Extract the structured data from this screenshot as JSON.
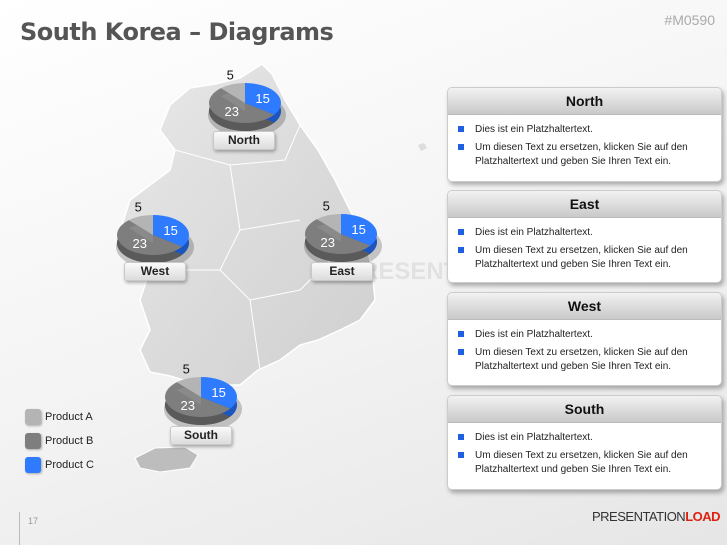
{
  "header": {
    "title": "South Korea – Diagrams",
    "code": "#M0590"
  },
  "colors": {
    "product_a": "#b4b4b4",
    "product_b": "#7e7e7e",
    "product_c": "#2e7bff",
    "bullet": "#1f5fe0"
  },
  "chart_data": {
    "type": "pie",
    "series_names": [
      "Product A",
      "Product B",
      "Product C"
    ],
    "pies": [
      {
        "region": "North",
        "values": [
          5,
          23,
          15
        ]
      },
      {
        "region": "West",
        "values": [
          5,
          23,
          15
        ]
      },
      {
        "region": "East",
        "values": [
          5,
          23,
          15
        ]
      },
      {
        "region": "South",
        "values": [
          5,
          23,
          15
        ]
      }
    ]
  },
  "regions": {
    "north": "North",
    "west": "West",
    "east": "East",
    "south": "South"
  },
  "legend": [
    {
      "label": "Product A"
    },
    {
      "label": "Product B"
    },
    {
      "label": "Product C"
    }
  ],
  "panels": [
    {
      "title": "North",
      "bullets": [
        "Dies ist ein Platzhaltertext.",
        "Um diesen Text zu ersetzen, klicken Sie auf den Platzhaltertext und geben Sie Ihren Text ein."
      ]
    },
    {
      "title": "East",
      "bullets": [
        "Dies ist ein Platzhaltertext.",
        "Um diesen Text zu ersetzen, klicken Sie auf den Platzhaltertext und geben Sie Ihren Text ein."
      ]
    },
    {
      "title": "West",
      "bullets": [
        "Dies ist ein Platzhaltertext.",
        "Um diesen Text zu ersetzen, klicken Sie auf den Platzhaltertext und geben Sie Ihren Text ein."
      ]
    },
    {
      "title": "South",
      "bullets": [
        "Dies ist ein Platzhaltertext.",
        "Um diesen Text zu ersetzen, klicken Sie auf den Platzhaltertext und geben Sie Ihren Text ein."
      ]
    }
  ],
  "footer": {
    "page": "17",
    "logo_a": "PRESENTATION",
    "logo_b": "LOAD",
    "watermark": "PRESENTATIONLOAD"
  }
}
